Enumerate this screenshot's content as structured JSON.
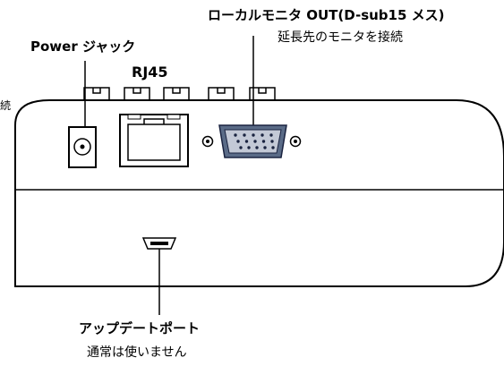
{
  "labels": {
    "vga_title": "ローカルモニタ OUT(D-sub15 メス)",
    "vga_desc": "延長先のモニタを接続",
    "power": "Power ジャック",
    "rj45": "RJ45",
    "left_partial": "続",
    "update_port": "アップデートポート",
    "update_desc": "通常は使いません"
  },
  "colors": {
    "line": "#000000",
    "vga_body": "#5a6b87",
    "vga_face": "#c3c9d6",
    "vga_pin": "#1a2340",
    "background": "#ffffff"
  }
}
